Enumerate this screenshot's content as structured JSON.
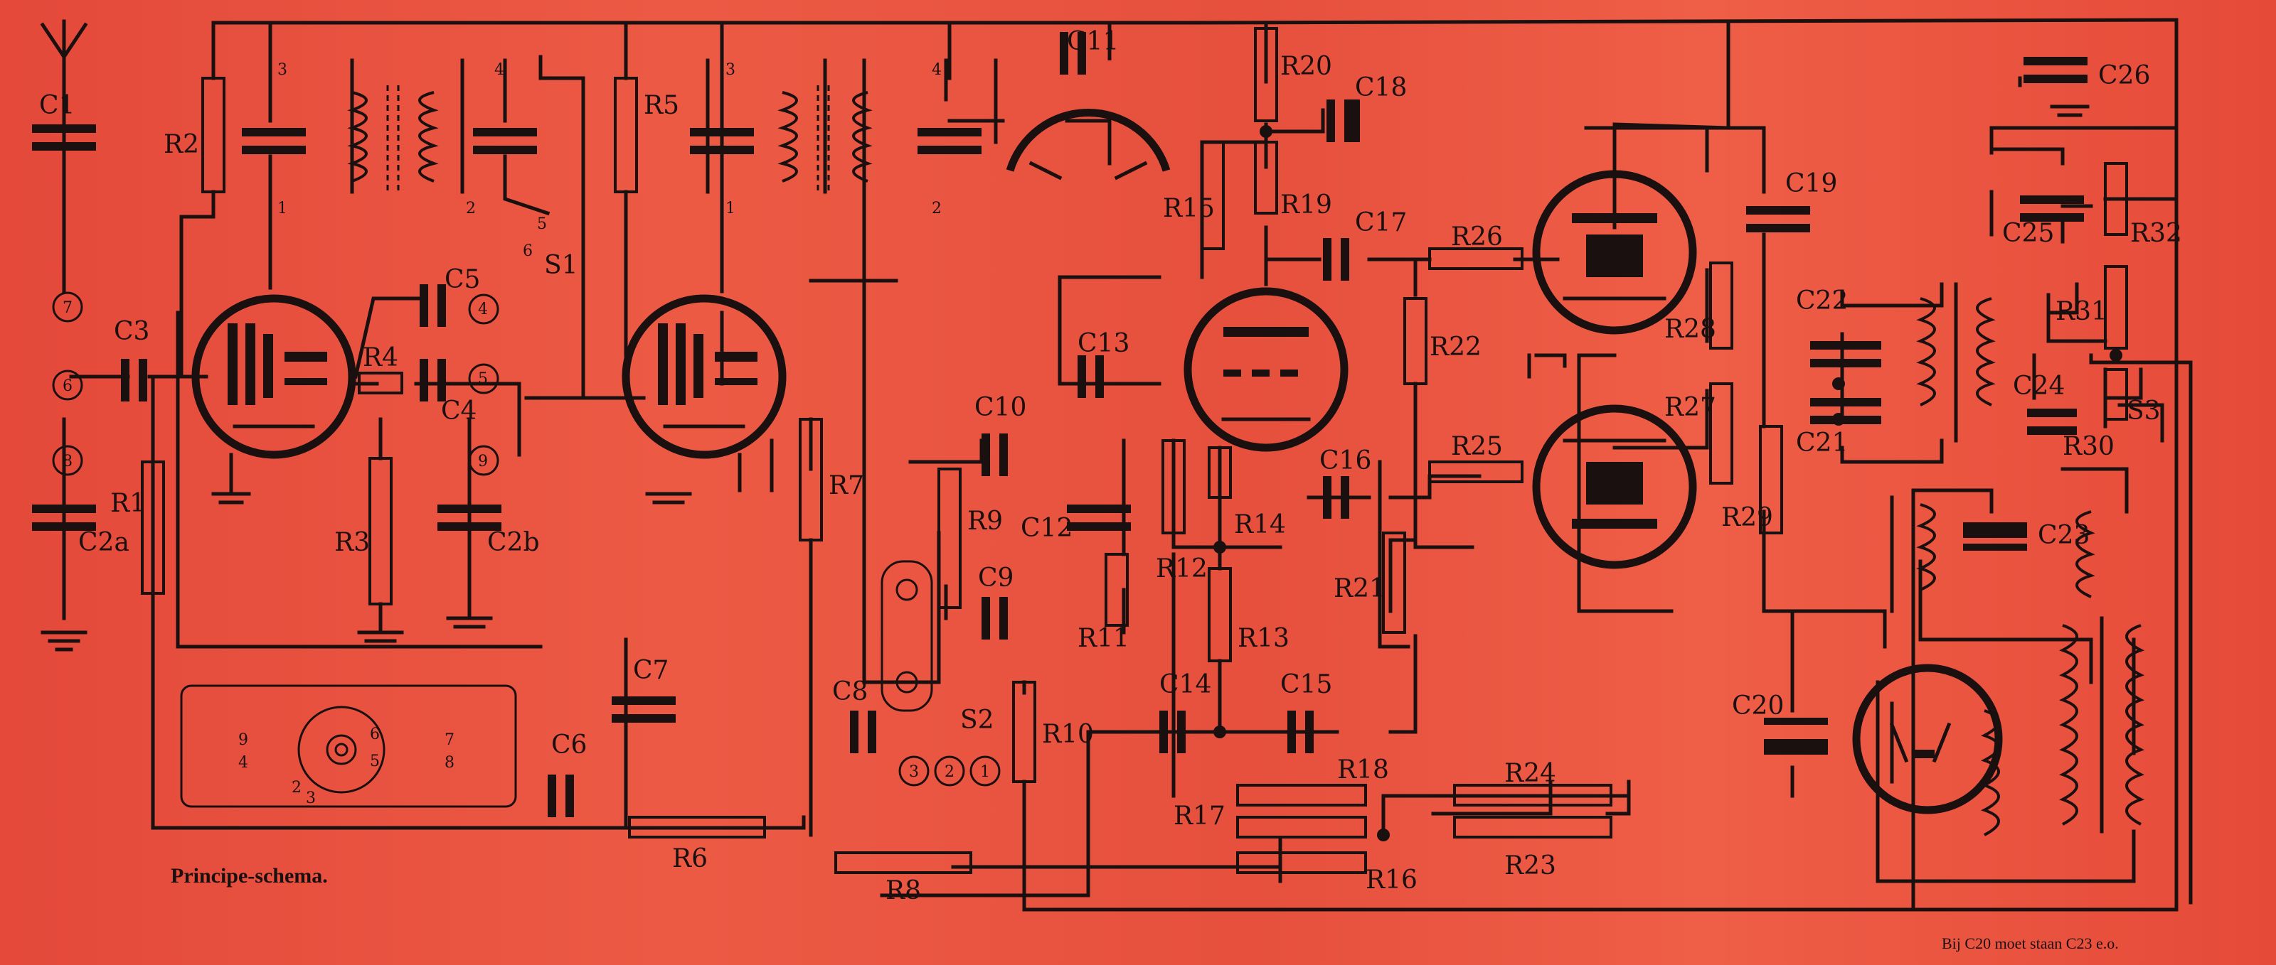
{
  "diagram": {
    "caption": "Principe-schema.",
    "note": "Bij C20 moet staan C23 e.o.",
    "colors": {
      "paper": "#e8503a",
      "ink": "#1a1010"
    },
    "capacitors": [
      {
        "id": "c1",
        "label": "C1"
      },
      {
        "id": "c2a",
        "label": "C2a"
      },
      {
        "id": "c2b",
        "label": "C2b"
      },
      {
        "id": "c3",
        "label": "C3"
      },
      {
        "id": "c4",
        "label": "C4"
      },
      {
        "id": "c5",
        "label": "C5"
      },
      {
        "id": "c6",
        "label": "C6"
      },
      {
        "id": "c7",
        "label": "C7"
      },
      {
        "id": "c8",
        "label": "C8"
      },
      {
        "id": "c9",
        "label": "C9"
      },
      {
        "id": "c10",
        "label": "C10"
      },
      {
        "id": "c11",
        "label": "C11"
      },
      {
        "id": "c12",
        "label": "C12"
      },
      {
        "id": "c13",
        "label": "C13"
      },
      {
        "id": "c14",
        "label": "C14"
      },
      {
        "id": "c15",
        "label": "C15"
      },
      {
        "id": "c16",
        "label": "C16"
      },
      {
        "id": "c17",
        "label": "C17"
      },
      {
        "id": "c18",
        "label": "C18"
      },
      {
        "id": "c19",
        "label": "C19"
      },
      {
        "id": "c20",
        "label": "C20"
      },
      {
        "id": "c21",
        "label": "C21"
      },
      {
        "id": "c22",
        "label": "C22"
      },
      {
        "id": "c23",
        "label": "C23"
      },
      {
        "id": "c24",
        "label": "C24"
      },
      {
        "id": "c25",
        "label": "C25"
      },
      {
        "id": "c26",
        "label": "C26"
      }
    ],
    "resistors": [
      {
        "id": "r1",
        "label": "R1"
      },
      {
        "id": "r2",
        "label": "R2"
      },
      {
        "id": "r3",
        "label": "R3"
      },
      {
        "id": "r4",
        "label": "R4"
      },
      {
        "id": "r5",
        "label": "R5"
      },
      {
        "id": "r6",
        "label": "R6"
      },
      {
        "id": "r7",
        "label": "R7"
      },
      {
        "id": "r8",
        "label": "R8"
      },
      {
        "id": "r9",
        "label": "R9"
      },
      {
        "id": "r10",
        "label": "R10"
      },
      {
        "id": "r11",
        "label": "R11"
      },
      {
        "id": "r12",
        "label": "R12"
      },
      {
        "id": "r13",
        "label": "R13"
      },
      {
        "id": "r14",
        "label": "R14"
      },
      {
        "id": "r15",
        "label": "R15"
      },
      {
        "id": "r16",
        "label": "R16"
      },
      {
        "id": "r17",
        "label": "R17"
      },
      {
        "id": "r18",
        "label": "R18"
      },
      {
        "id": "r19",
        "label": "R19"
      },
      {
        "id": "r20",
        "label": "R20"
      },
      {
        "id": "r21",
        "label": "R21"
      },
      {
        "id": "r22",
        "label": "R22"
      },
      {
        "id": "r23",
        "label": "R23"
      },
      {
        "id": "r24",
        "label": "R24"
      },
      {
        "id": "r25",
        "label": "R25"
      },
      {
        "id": "r26",
        "label": "R26"
      },
      {
        "id": "r27",
        "label": "R27"
      },
      {
        "id": "r28",
        "label": "R28"
      },
      {
        "id": "r29",
        "label": "R29"
      },
      {
        "id": "r30",
        "label": "R30"
      },
      {
        "id": "r31",
        "label": "R31"
      },
      {
        "id": "r32",
        "label": "R32"
      }
    ],
    "switches": [
      {
        "id": "s1",
        "label": "S1"
      },
      {
        "id": "s2",
        "label": "S2"
      },
      {
        "id": "s3",
        "label": "S3"
      }
    ],
    "terminals": [
      "1",
      "2",
      "3",
      "4",
      "5",
      "6",
      "7",
      "8",
      "9"
    ],
    "transformer_pins": [
      "1",
      "2",
      "3",
      "4"
    ],
    "switch_contacts": [
      "5",
      "6"
    ],
    "socket_pins": [
      "9",
      "4",
      "7",
      "8",
      "2",
      "3",
      "6",
      "5"
    ]
  }
}
